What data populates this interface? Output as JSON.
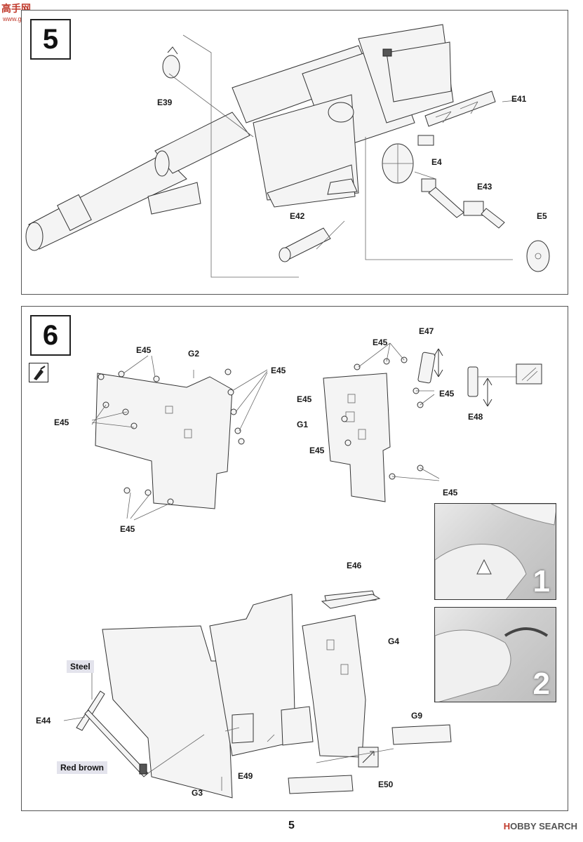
{
  "watermark": {
    "cn": "高手网",
    "url": "www.gaoshou.com"
  },
  "step5": {
    "number": "5",
    "labels": {
      "e39": "E39",
      "e41": "E41",
      "e4": "E4",
      "e43": "E43",
      "e42": "E42",
      "e5": "E5"
    }
  },
  "step6": {
    "number": "6",
    "glue_icon": "glue-icon",
    "labels": {
      "g2": "G2",
      "e45": "E45",
      "e47": "E47",
      "e48": "E48",
      "g1": "G1",
      "e46": "E46",
      "g4": "G4",
      "g9": "G9",
      "e44": "E44",
      "e49": "E49",
      "g3": "G3",
      "e50": "E50"
    },
    "paint": {
      "steel": "Steel",
      "red_brown": "Red brown"
    },
    "photos": [
      "1",
      "2"
    ]
  },
  "footer": {
    "page_number": "5",
    "brand_h": "H",
    "brand_rest": "OBBY SEARCH"
  }
}
